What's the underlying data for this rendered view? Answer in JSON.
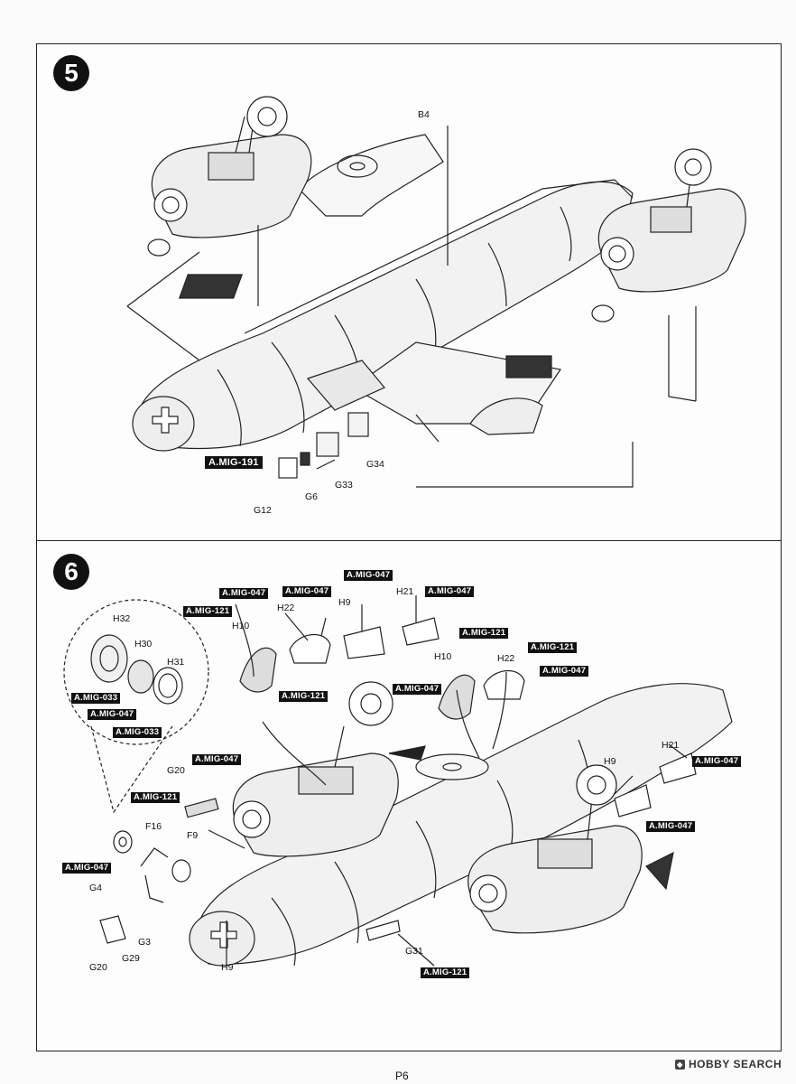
{
  "step5": {
    "number": "5",
    "labels": {
      "b4": "B4",
      "g34": "G34",
      "g33": "G33",
      "g6": "G6",
      "g12": "G12"
    },
    "paint": {
      "amig191": "A.MIG-191"
    }
  },
  "step6": {
    "number": "6",
    "labels": {
      "h32": "H32",
      "h30": "H30",
      "h31": "H31",
      "h10a": "H10",
      "h22a": "H22",
      "h9a": "H9",
      "h21a": "H21",
      "h10b": "H10",
      "h22b": "H22",
      "h9b": "H9",
      "h21b": "H21",
      "g20a": "G20",
      "f16": "F16",
      "f9": "F9",
      "g4": "G4",
      "g3": "G3",
      "g29": "G29",
      "g20b": "G20",
      "h9c": "H9",
      "g31": "G31"
    },
    "paint": {
      "amig033a": "A.MIG-033",
      "amig047a": "A.MIG-047",
      "amig033b": "A.MIG-033",
      "amig121a": "A.MIG-121",
      "amig047b": "A.MIG-047",
      "amig047c": "A.MIG-047",
      "amig047d": "A.MIG-047",
      "amig047e": "A.MIG-047",
      "amig121b": "A.MIG-121",
      "amig047f": "A.MIG-047",
      "amig121c": "A.MIG-121",
      "amig121d": "A.MIG-121",
      "amig047g": "A.MIG-047",
      "amig047h": "A.MIG-047",
      "amig047i": "A.MIG-047",
      "amig047j": "A.MIG-047",
      "amig121e": "A.MIG-121",
      "amig047k": "A.MIG-047",
      "amig121f": "A.MIG-121"
    }
  },
  "footer": {
    "page": "P6",
    "watermark": "HOBBY SEARCH"
  }
}
